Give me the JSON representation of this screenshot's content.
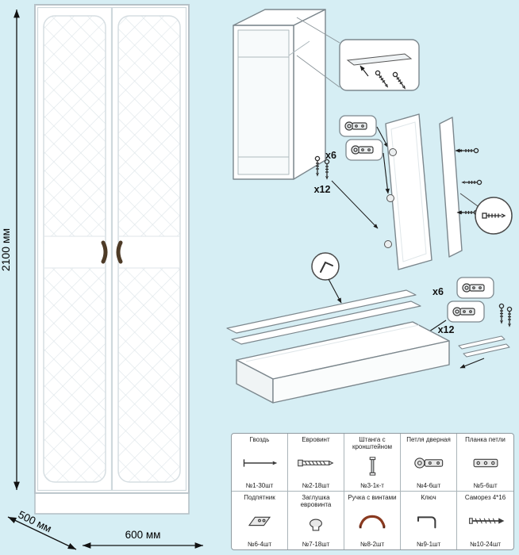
{
  "colors": {
    "background": "#d6eef4",
    "furniture_outline": "#b6c1c7",
    "handle": "#4e3b27",
    "handle_icon": "#8a3a20"
  },
  "dimensions": {
    "height": "2100 мм",
    "depth": "500 мм",
    "width": "600 мм"
  },
  "assembly": {
    "screws_top": "x12",
    "hinges_top": "x6",
    "hinges_bottom": "x6",
    "screws_bottom": "x12"
  },
  "parts_table": {
    "items": [
      {
        "name": "Гвоздь",
        "count": "№1-30шт"
      },
      {
        "name": "Евровинт",
        "count": "№2-18шт"
      },
      {
        "name": "Штанга с кронштейном",
        "count": "№3-1к-т"
      },
      {
        "name": "Петля дверная",
        "count": "№4-6шт"
      },
      {
        "name": "Планка петли",
        "count": "№5-6шт"
      },
      {
        "name": "Подпятник",
        "count": "№6-4шт"
      },
      {
        "name": "Заглушка евровинта",
        "count": "№7-18шт"
      },
      {
        "name": "Ручка с винтами",
        "count": "№8-2шт"
      },
      {
        "name": "Ключ",
        "count": "№9-1шт"
      },
      {
        "name": "Саморез 4*16",
        "count": "№10-24шт"
      }
    ]
  }
}
